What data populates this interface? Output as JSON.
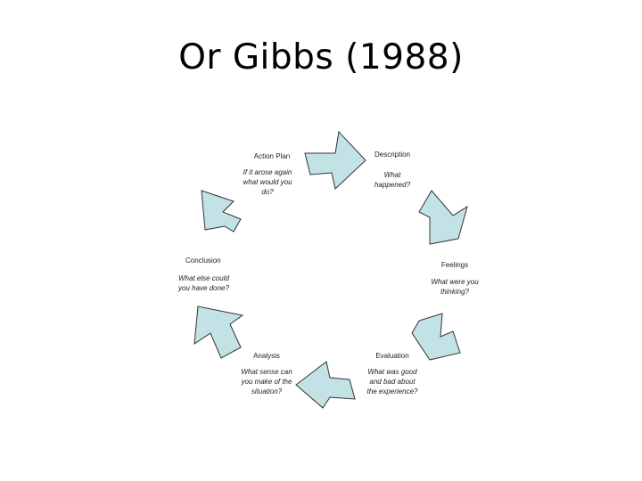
{
  "slide": {
    "title": "Or Gibbs (1988)"
  },
  "cycle": {
    "arrow_color": "#c2e2e6",
    "stages": [
      {
        "id": "description",
        "title": "Description",
        "question": [
          "What",
          "happened?"
        ]
      },
      {
        "id": "feelings",
        "title": "Feelings",
        "question": [
          "What were you",
          "thinking?"
        ]
      },
      {
        "id": "evaluation",
        "title": "Evaluation",
        "question": [
          "What was good",
          "and bad about",
          "the experience?"
        ]
      },
      {
        "id": "analysis",
        "title": "Analysis",
        "question": [
          "What sense can",
          "you make of the",
          "situation?"
        ]
      },
      {
        "id": "conclusion",
        "title": "Conclusion",
        "question": [
          "What else could",
          "you have done?"
        ]
      },
      {
        "id": "action-plan",
        "title": "Action Plan",
        "question": [
          "If it arose again",
          "what would you",
          "do?"
        ]
      }
    ]
  }
}
